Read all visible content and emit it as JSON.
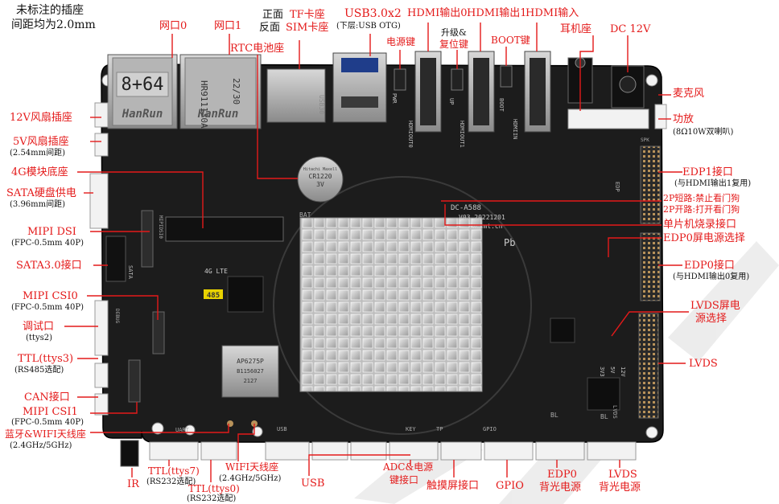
{
  "note": {
    "line1": "未标注的插座",
    "line2": "间距均为2.0mm"
  },
  "front_back": {
    "front": "正面",
    "back": "反面"
  },
  "colors": {
    "label": "#e41a1a",
    "line": "#e41a1a",
    "pcb": "#1c1c1c"
  },
  "labels": {
    "eth0": "网口0",
    "eth1": "网口1",
    "tf": "TF卡座",
    "sim": "SIM卡座",
    "usb3": "USB3.0x2",
    "usb3_sub": "(下层:USB OTG)",
    "hdmi_out0": "HDMI输出0",
    "hdmi_out1": "HDMI输出1",
    "hdmi_in": "HDMI输入",
    "power_key": "电源键",
    "upgrade_key_1": "升级&",
    "upgrade_key_2": "复位键",
    "boot_key": "BOOT键",
    "rtc": "RTC电池座",
    "headphone": "耳机座",
    "dc12v": "DC 12V",
    "mic": "麦克风",
    "amp": "功放",
    "amp_sub": "(8Ω10W双喇叭)",
    "fan12v": "12V风扇插座",
    "fan5v": "5V风扇插座",
    "fan5v_sub": "(2.54mm间距)",
    "lte": "4G模块底座",
    "sata_power": "SATA硬盘供电",
    "sata_power_sub": "(3.96mm间距)",
    "edp1": "EDP1接口",
    "edp1_sub": "(与HDMI输出1复用)",
    "wdt_short": "2P短路:禁止看门狗",
    "wdt_open": "2P开路:打开看门狗",
    "mcu": "单片机烧录接口",
    "mipi_dsi": "MIPI DSI",
    "mipi_dsi_sub": "(FPC-0.5mm 40P)",
    "edp0_power": "EDP0屏电源选择",
    "sata3": "SATA3.0接口",
    "edp0": "EDP0接口",
    "edp0_sub": "(与HDMI输出0复用)",
    "mipi_csi0": "MIPI CSI0",
    "mipi_csi0_sub": "(FPC-0.5mm 40P)",
    "lvds_power_1": "LVDS屏电",
    "lvds_power_2": "源选择",
    "debug": "调试口",
    "debug_sub": "(ttys2)",
    "ttl3": "TTL(ttys3)",
    "ttl3_sub": "(RS485选配)",
    "lvds": "LVDS",
    "can": "CAN接口",
    "mipi_csi1": "MIPI CSI1",
    "mipi_csi1_sub": "(FPC-0.5mm 40P)",
    "bt_wifi": "蓝牙&WIFI天线座",
    "bt_wifi_sub": "(2.4GHz/5GHz)",
    "wifi_ant": "WIFI天线座",
    "wifi_ant_sub": "(2.4GHz/5GHz)",
    "ttl7": "TTL(ttys7)",
    "ttl7_sub": "(RS232选配)",
    "ttl0": "TTL(ttys0)",
    "ttl0_sub": "(RS232选配)",
    "ir": "IR",
    "usb": "USB",
    "adc_1": "ADC&电源",
    "adc_2": "键接口",
    "touch": "触摸屏接口",
    "gpio": "GPIO",
    "edp0_bl_1": "EDP0",
    "edp0_bl_2": "背光电源",
    "lvds_bl_1": "LVDS",
    "lvds_bl_2": "背光电源"
  },
  "board_print": {
    "eth0_mark": "8+64",
    "eth_brand": "HanRun",
    "eth_part": "HR911130A",
    "eth_date": "22/30",
    "model": "DC-A588",
    "version": "V03 20221201",
    "site": "dcsmt.cn",
    "lte": "4G LTE",
    "wifi_chip_1": "AP6275P",
    "wifi_chip_2": "B1156027",
    "wifi_chip_3": "2127",
    "rs485": "485",
    "coin_1": "CR1220",
    "coin_2": "3V",
    "coin_brand": "Hitachi Maxell",
    "silk_pwr": "PWR",
    "silk_up": "UP",
    "silk_boot": "BOOT",
    "silk_hdmi_out0": "HDMIOUT0",
    "silk_hdmi_out1": "HDMIOUT1",
    "silk_hdmi_in": "HDMIIN",
    "silk_usb30": "USB30",
    "silk_bat": "BAT",
    "silk_spk": "SPK",
    "silk_edp": "EDP",
    "silk_lvds": "LVDS",
    "silk_bl": "BL",
    "silk_uart": "UART",
    "silk_usb": "USB",
    "silk_key": "KEY",
    "silk_tp": "TP",
    "silk_gpio": "GPIO",
    "silk_sata": "SATA",
    "silk_debug": "DEBUG",
    "silk_mipi": "MIPIDSI0",
    "silk_pb": "Pb",
    "silk_v12": "12V",
    "silk_v5": "5V",
    "silk_v3": "3V3"
  }
}
